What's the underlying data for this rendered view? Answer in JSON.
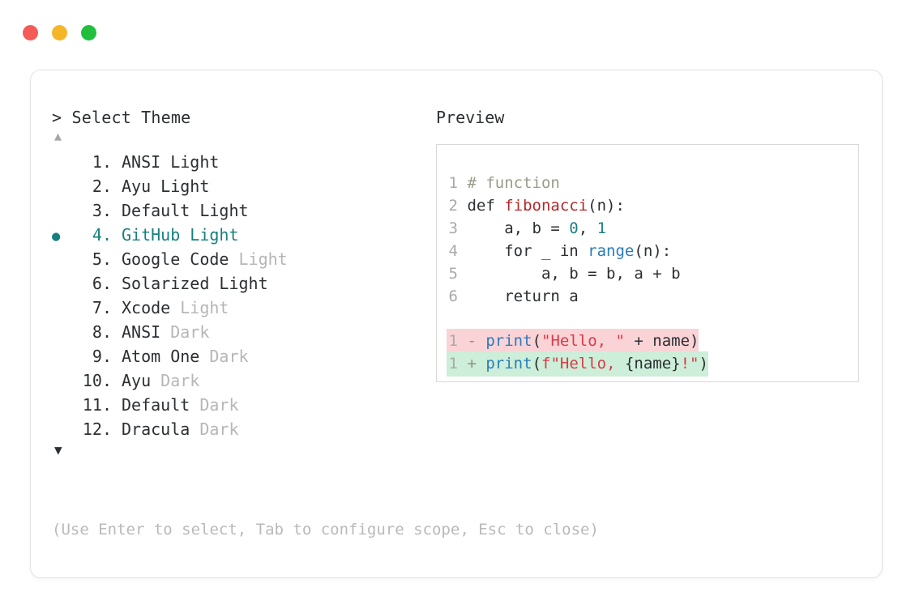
{
  "window": {
    "traffic_lights": [
      {
        "name": "close-button",
        "color": "#f45b56"
      },
      {
        "name": "minimize-button",
        "color": "#f5b528"
      },
      {
        "name": "maximize-button",
        "color": "#22bf3e"
      }
    ]
  },
  "left": {
    "prompt_caret": ">",
    "prompt_title": "Select Theme",
    "scroll_up_icon": "▲",
    "scroll_down_icon": "▼",
    "bullet_glyph": "●",
    "selected_index": 4,
    "items": [
      {
        "index": "1.",
        "name": "ANSI",
        "variant": " Light",
        "variant_dim": false,
        "selected": false
      },
      {
        "index": "2.",
        "name": "Ayu",
        "variant": " Light",
        "variant_dim": false,
        "selected": false
      },
      {
        "index": "3.",
        "name": "Default",
        "variant": " Light",
        "variant_dim": false,
        "selected": false
      },
      {
        "index": "4.",
        "name": "GitHub",
        "variant": " Light",
        "variant_dim": false,
        "selected": true
      },
      {
        "index": "5.",
        "name": "Google Code",
        "variant": " Light",
        "variant_dim": true,
        "selected": false
      },
      {
        "index": "6.",
        "name": "Solarized",
        "variant": " Light",
        "variant_dim": false,
        "selected": false
      },
      {
        "index": "7.",
        "name": "Xcode",
        "variant": " Light",
        "variant_dim": true,
        "selected": false
      },
      {
        "index": "8.",
        "name": "ANSI",
        "variant": " Dark",
        "variant_dim": true,
        "selected": false
      },
      {
        "index": "9.",
        "name": "Atom One",
        "variant": " Dark",
        "variant_dim": true,
        "selected": false
      },
      {
        "index": "10.",
        "name": "Ayu",
        "variant": " Dark",
        "variant_dim": true,
        "selected": false
      },
      {
        "index": "11.",
        "name": "Default",
        "variant": " Dark",
        "variant_dim": true,
        "selected": false
      },
      {
        "index": "12.",
        "name": "Dracula",
        "variant": " Dark",
        "variant_dim": true,
        "selected": false
      }
    ],
    "hint": "(Use Enter to select, Tab to configure scope, Esc to close)"
  },
  "preview": {
    "label": "Preview",
    "code_lines": [
      {
        "num": "1",
        "tokens": [
          {
            "t": "# function",
            "c": "tok-comment"
          }
        ]
      },
      {
        "num": "2",
        "tokens": [
          {
            "t": "def ",
            "c": "tok-kw"
          },
          {
            "t": "fibonacci",
            "c": "tok-fn"
          },
          {
            "t": "(n):",
            "c": "tok-plain"
          }
        ]
      },
      {
        "num": "3",
        "tokens": [
          {
            "t": "    a, b = ",
            "c": "tok-plain"
          },
          {
            "t": "0",
            "c": "tok-num"
          },
          {
            "t": ", ",
            "c": "tok-plain"
          },
          {
            "t": "1",
            "c": "tok-num"
          }
        ]
      },
      {
        "num": "4",
        "tokens": [
          {
            "t": "    for _ in ",
            "c": "tok-plain"
          },
          {
            "t": "range",
            "c": "tok-builtin"
          },
          {
            "t": "(n):",
            "c": "tok-plain"
          }
        ]
      },
      {
        "num": "5",
        "tokens": [
          {
            "t": "        a, b = b, a + b",
            "c": "tok-plain"
          }
        ]
      },
      {
        "num": "6",
        "tokens": [
          {
            "t": "    return a",
            "c": "tok-plain"
          }
        ]
      }
    ],
    "diff_lines": [
      {
        "kind": "del",
        "num": "1",
        "sign": "-",
        "tokens": [
          {
            "t": "print",
            "c": "tok-builtin"
          },
          {
            "t": "(",
            "c": "tok-plain"
          },
          {
            "t": "\"Hello, \"",
            "c": "tok-str"
          },
          {
            "t": " + name)",
            "c": "tok-plain"
          }
        ]
      },
      {
        "kind": "add",
        "num": "1",
        "sign": "+",
        "tokens": [
          {
            "t": "print",
            "c": "tok-builtin"
          },
          {
            "t": "(",
            "c": "tok-plain"
          },
          {
            "t": "f\"Hello, ",
            "c": "tok-str"
          },
          {
            "t": "{name}",
            "c": "tok-plain"
          },
          {
            "t": "!\"",
            "c": "tok-str"
          },
          {
            "t": ")",
            "c": "tok-plain"
          }
        ]
      }
    ]
  },
  "colors": {
    "accent_teal": "#17807e",
    "diff_del_bg": "#fad3d7",
    "diff_add_bg": "#cdeed9",
    "text": "#2b2f33",
    "dim": "#b6b6b6",
    "line_number": "#a9a9a9"
  }
}
